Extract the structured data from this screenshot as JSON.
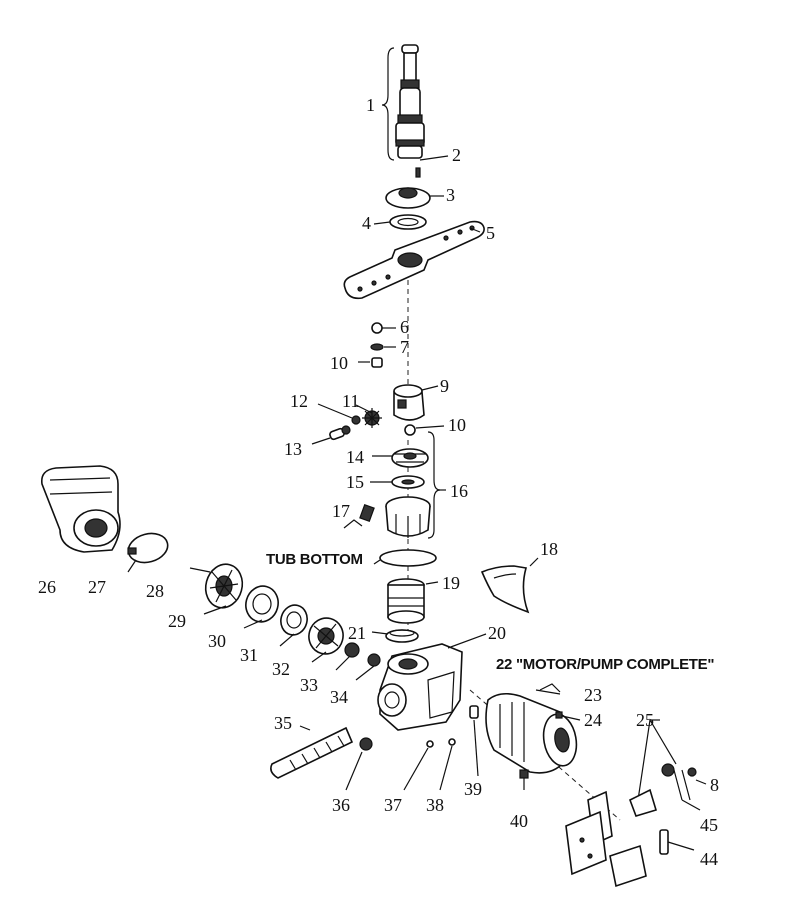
{
  "figure": {
    "captions": {
      "tub_bottom": "TUB BOTTOM",
      "motor_pump": "22 \"MOTOR/PUMP COMPLETE\""
    },
    "callouts": [
      "1",
      "2",
      "3",
      "4",
      "5",
      "6",
      "7",
      "10",
      "9",
      "11",
      "12",
      "10",
      "13",
      "14",
      "15",
      "16",
      "17",
      "18",
      "19",
      "20",
      "21",
      "23",
      "24",
      "25",
      "8",
      "26",
      "27",
      "28",
      "29",
      "30",
      "31",
      "32",
      "33",
      "34",
      "35",
      "36",
      "37",
      "38",
      "39",
      "40",
      "45",
      "44"
    ]
  }
}
